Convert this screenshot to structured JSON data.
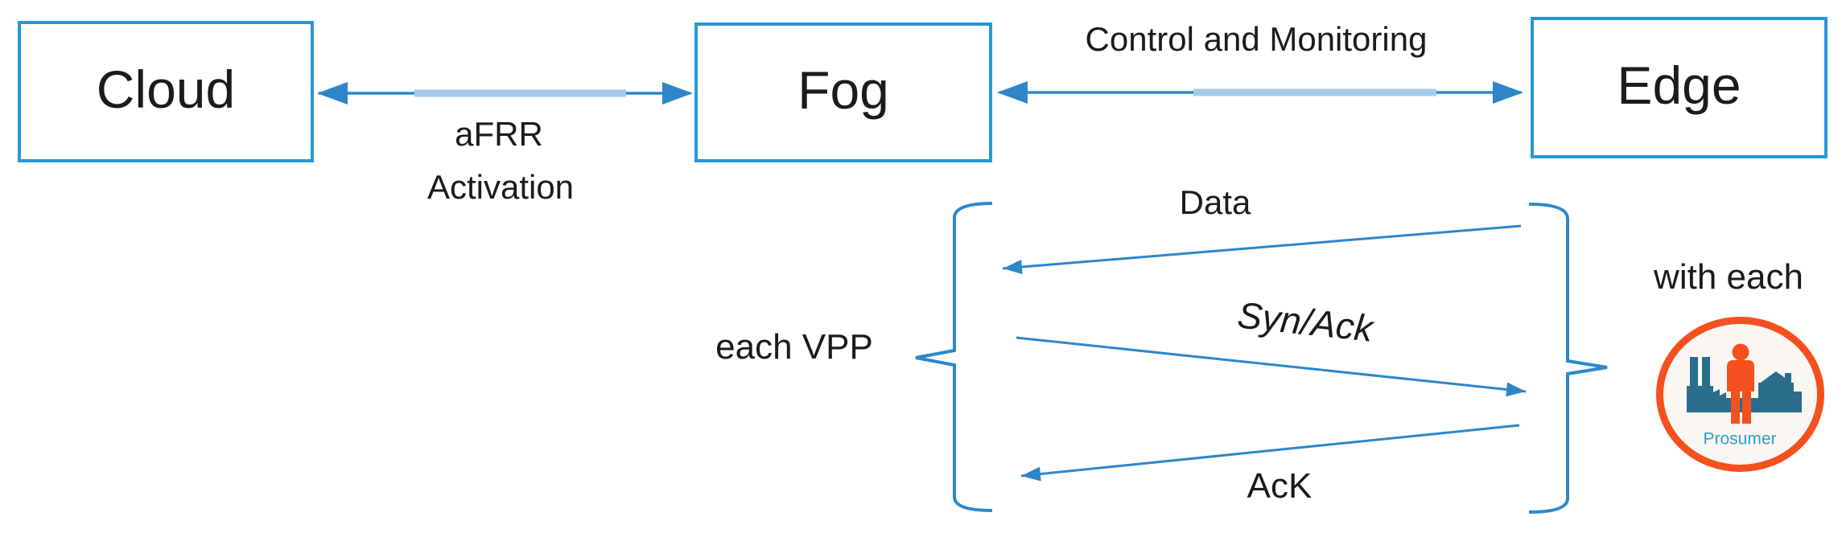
{
  "nodes": {
    "cloud": {
      "label": "Cloud"
    },
    "fog": {
      "label": "Fog"
    },
    "edge": {
      "label": "Edge"
    }
  },
  "links": {
    "cloud_fog": {
      "label_line1": "aFRR",
      "label_line2": "Activation",
      "style": "double-headed-arrow"
    },
    "fog_edge": {
      "label": "Control and Monitoring",
      "style": "double-headed-arrow"
    }
  },
  "sequence": {
    "left_label": "each VPP",
    "right_label": "with each",
    "messages": {
      "data": {
        "label": "Data",
        "direction": "right-to-left"
      },
      "syn_ack": {
        "label": "Syn/Ack",
        "direction": "left-to-right"
      },
      "ack": {
        "label": "AcK",
        "direction": "right-to-left"
      }
    }
  },
  "prosumer": {
    "label": "Prosumer"
  },
  "colors": {
    "box_border": "#2897D5",
    "arrow_dark": "#2E86C8",
    "arrow_light": "#A6CBEA",
    "brace": "#2C88CC",
    "text": "#1B1B1F",
    "prosumer_ring": "#F4511E",
    "prosumer_bg": "#FAF7F2",
    "prosumer_skyline": "#2A6E8E",
    "prosumer_person": "#F4511E",
    "prosumer_label_color": "#2E9FD9"
  }
}
